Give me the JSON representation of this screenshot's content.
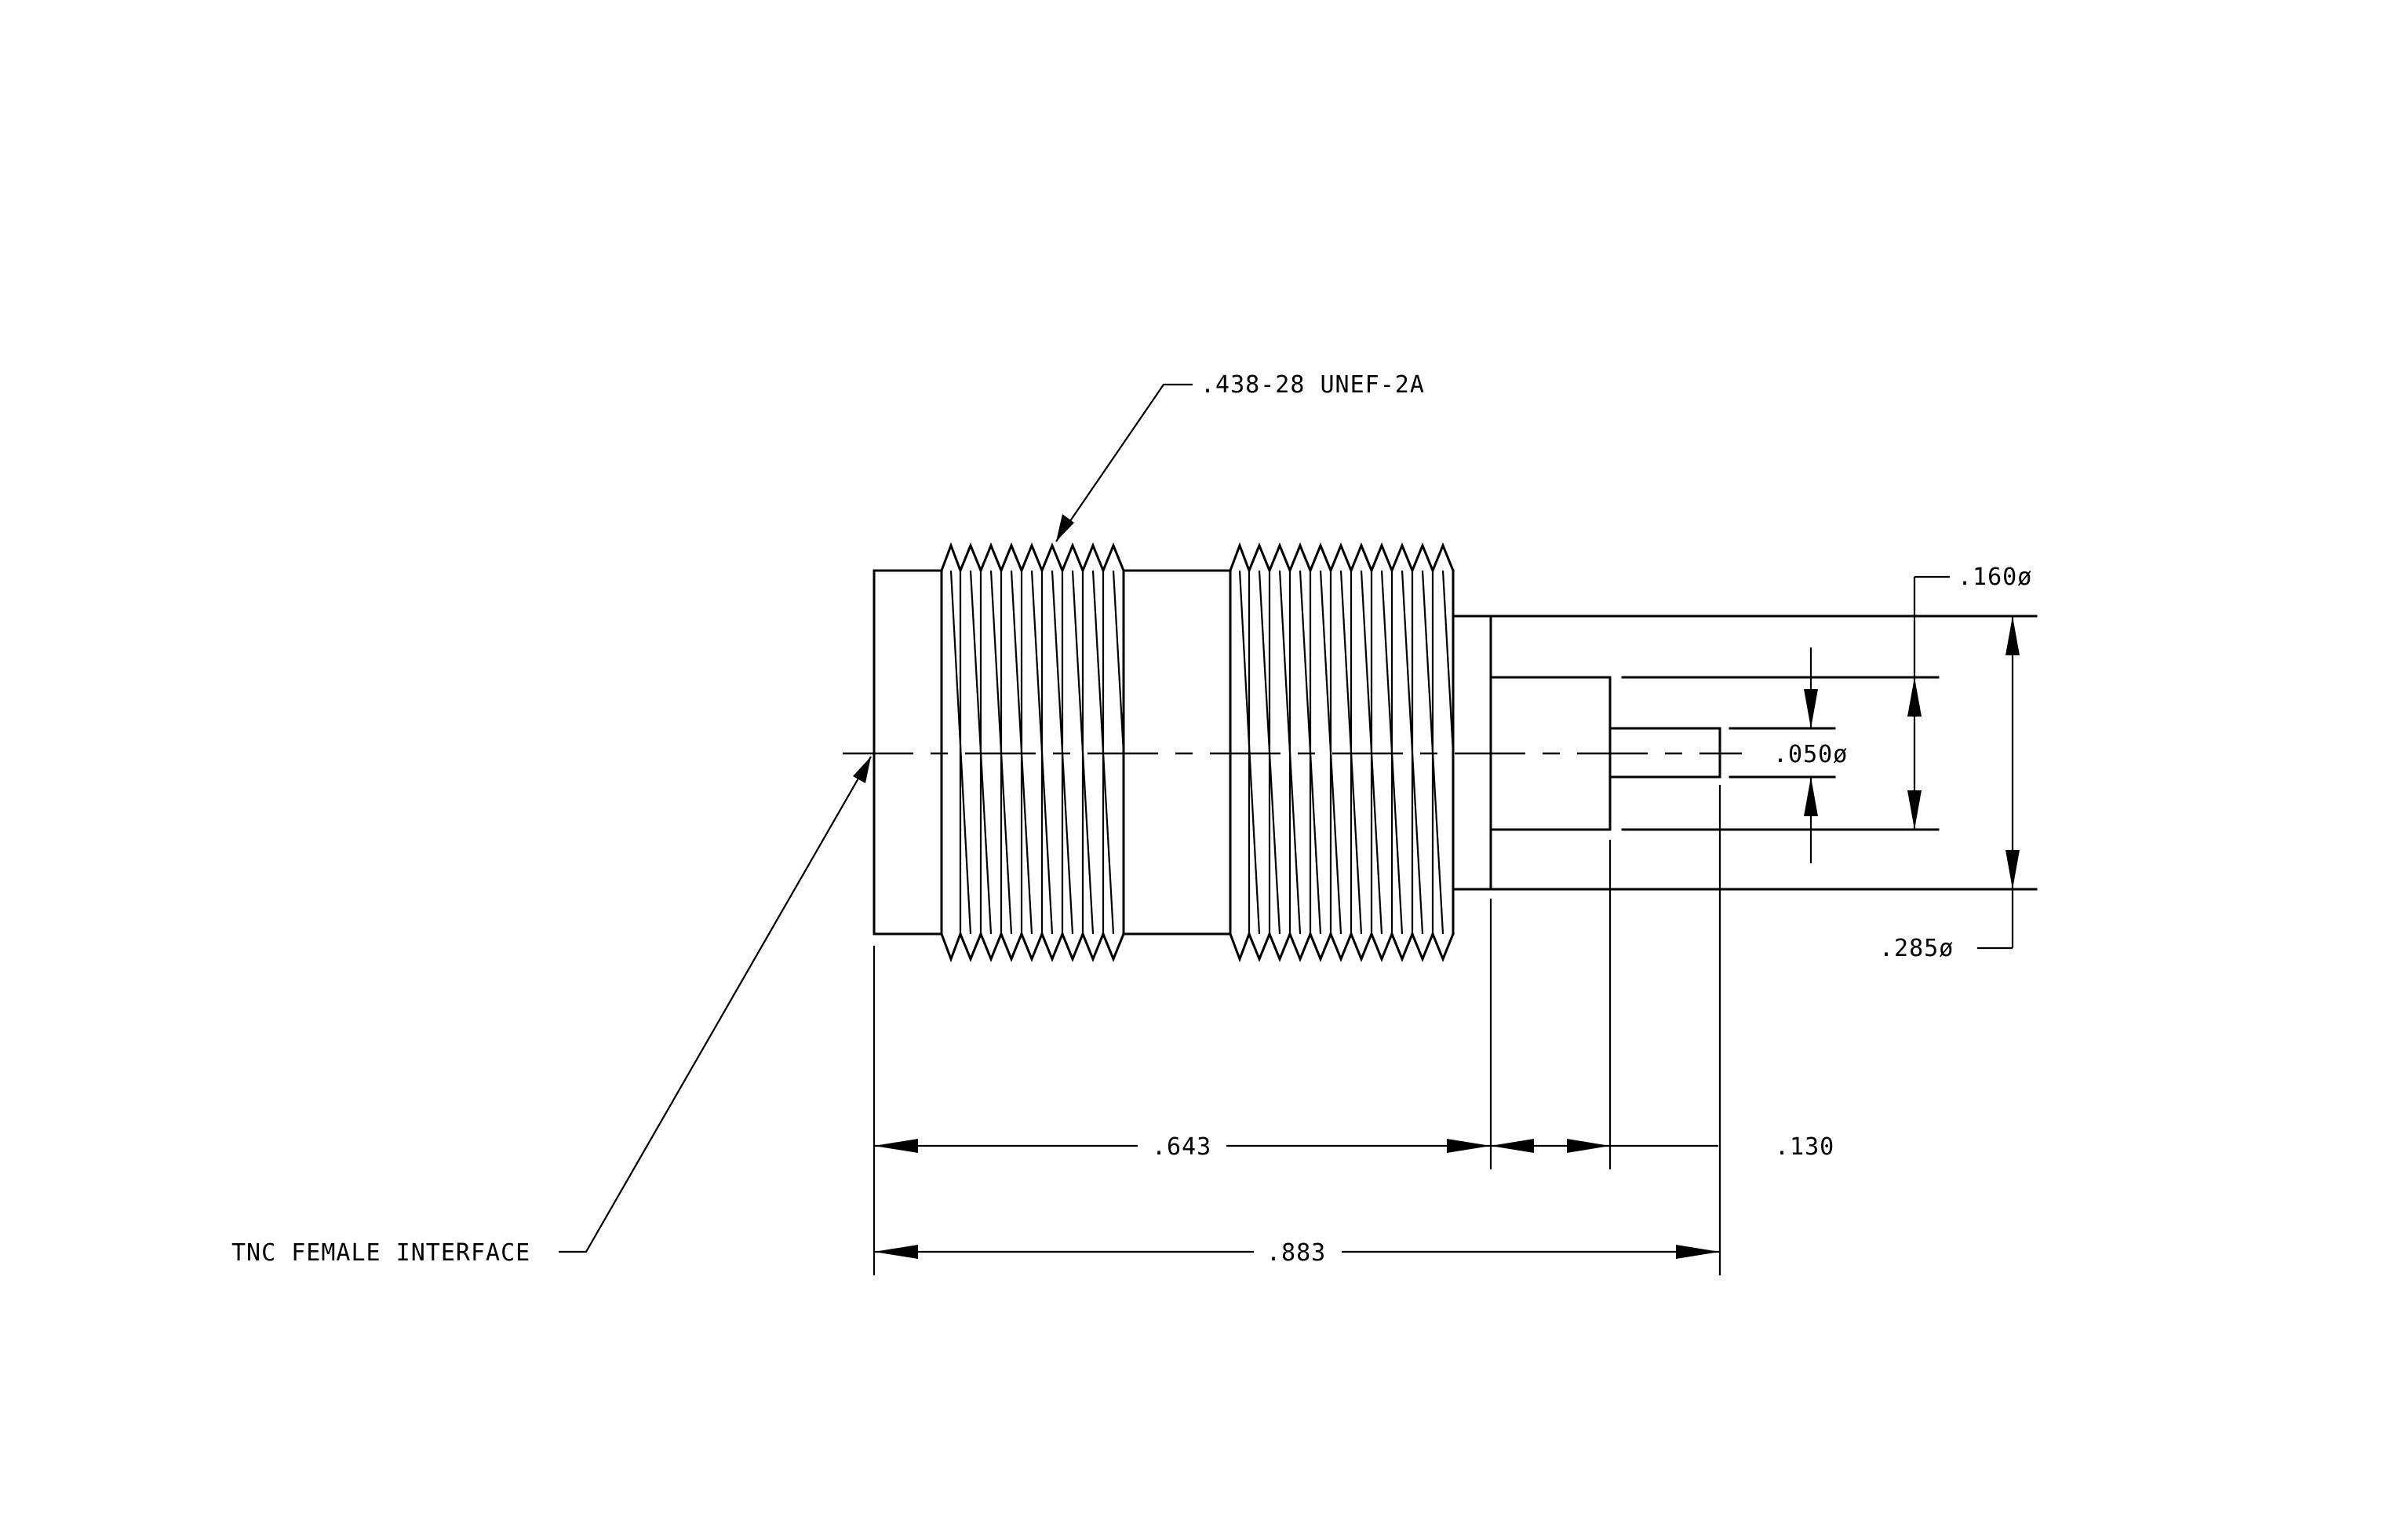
{
  "labels": {
    "thread_callout": ".438-28 UNEF-2A",
    "interface_callout": "TNC FEMALE INTERFACE",
    "dim_160": ".160ø",
    "dim_050": ".050ø",
    "dim_285": ".285ø",
    "dim_643": ".643",
    "dim_130": ".130",
    "dim_883": ".883"
  },
  "colors": {
    "line": "#000000",
    "background": "#ffffff"
  }
}
